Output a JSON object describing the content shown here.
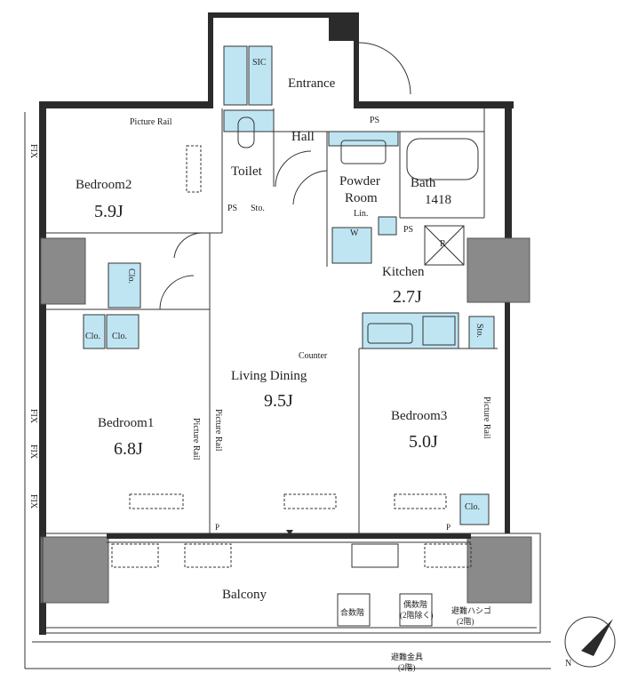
{
  "rooms": {
    "entrance": "Entrance",
    "hall": "Hall",
    "toilet": "Toilet",
    "sic": "SIC",
    "bedroom2": "Bedroom2",
    "bedroom2_size": "5.9J",
    "powder_room_1": "Powder",
    "powder_room_2": "Room",
    "bath": "Bath",
    "bath_size": "1418",
    "lin": "Lin.",
    "w": "W",
    "r": "R",
    "kitchen": "Kitchen",
    "kitchen_size": "2.7J",
    "bedroom1": "Bedroom1",
    "bedroom1_size": "6.8J",
    "living_dining": "Living Dining",
    "living_dining_size": "9.5J",
    "bedroom3": "Bedroom3",
    "bedroom3_size": "5.0J",
    "balcony": "Balcony"
  },
  "labels": {
    "picture_rail": "Picture Rail",
    "ps": "PS",
    "sto": "Sto.",
    "clo": "Clo.",
    "counter": "Counter",
    "p": "P",
    "fix": "FIX",
    "hatch_1": "合数階",
    "hatch_2a": "偶数階",
    "hatch_2b": "(2階除く)",
    "ladder_1": "避難ハシゴ",
    "ladder_2": "(2階)",
    "fitting_1": "避難金具",
    "fitting_2": "(2階)"
  },
  "compass": {
    "label": "N"
  }
}
